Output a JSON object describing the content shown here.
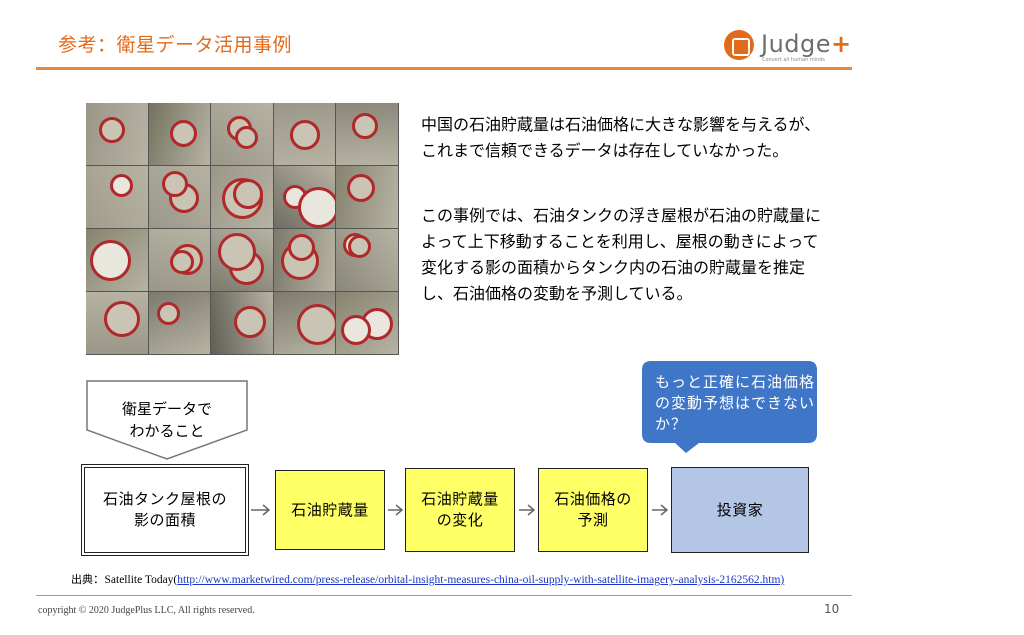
{
  "header": {
    "title": "参考：衛星データ活用事例",
    "logo_text": "Judge",
    "logo_plus": "+",
    "logo_subtitle": "Convert all human minds"
  },
  "description": {
    "paragraph1": "中国の石油貯蔵量は石油価格に大きな影響を与えるが、これまで信頼できるデータは存在していなかった。",
    "paragraph2": "この事例では、石油タンクの浮き屋根が石油の貯蔵量によって上下移動することを利用し、屋根の動きによって変化する影の面積からタンク内の石油の貯蔵量を推定し、石油価格の変動を予測している。"
  },
  "diagram": {
    "pentagon_label_line1": "衛星データで",
    "pentagon_label_line2": "わかること",
    "callout_text": "もっと正確に石油価格の変動予想はできないか？",
    "steps": [
      {
        "line1": "石油タンク屋根の",
        "line2": "影の面積"
      },
      {
        "line1": "石油貯蔵量",
        "line2": ""
      },
      {
        "line1": "石油貯蔵量",
        "line2": "の変化"
      },
      {
        "line1": "石油価格の",
        "line2": "予測"
      },
      {
        "line1": "投資家",
        "line2": ""
      }
    ]
  },
  "source": {
    "label": "出典",
    "publisher": "：Satellite Today(",
    "url": "http://www.marketwired.com/press-release/orbital-insight-measures-china-oil-supply-with-satellite-imagery-analysis-2162562.htm)"
  },
  "footer": {
    "copyright": "copyright © 2020 JudgePlus LLC, All rights reserved.",
    "page_number": "10"
  },
  "colors": {
    "accent": "#e26a1b",
    "step_yellow": "#ffff66",
    "investor_blue": "#b3c6e6",
    "callout_blue": "#3f76c7"
  }
}
